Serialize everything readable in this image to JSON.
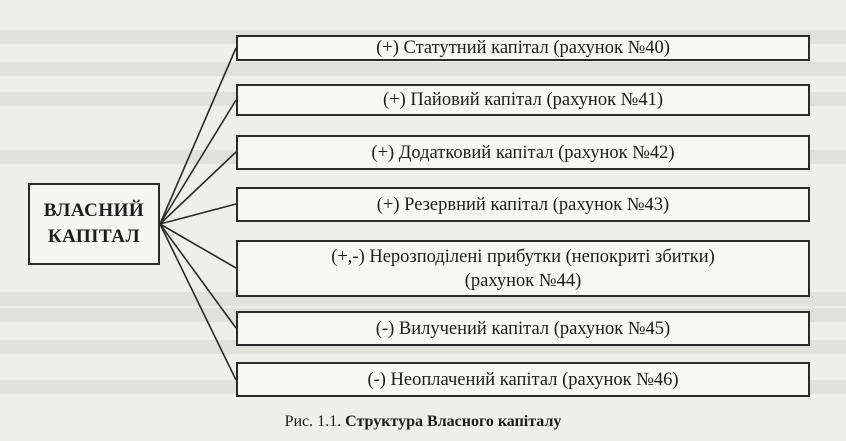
{
  "root": {
    "line1": "ВЛАСНИЙ",
    "line2": "КАПІТАЛ"
  },
  "items": [
    {
      "line1": "(+) Статутний капітал (рахунок №40)",
      "line2": ""
    },
    {
      "line1": "(+) Пайовий капітал (рахунок №41)",
      "line2": ""
    },
    {
      "line1": "(+) Додатковий капітал (рахунок №42)",
      "line2": ""
    },
    {
      "line1": "(+) Резервний капітал (рахунок №43)",
      "line2": ""
    },
    {
      "line1": "(+,-) Нерозподілені прибутки (непокриті збитки)",
      "line2": "(рахунок №44)"
    },
    {
      "line1": "(-) Вилучений капітал (рахунок №45)",
      "line2": ""
    },
    {
      "line1": "(-) Неоплачений капітал (рахунок №46)",
      "line2": ""
    }
  ],
  "caption": {
    "prefix": "Рис. 1.1.",
    "title": "Структура Власного капіталу"
  }
}
